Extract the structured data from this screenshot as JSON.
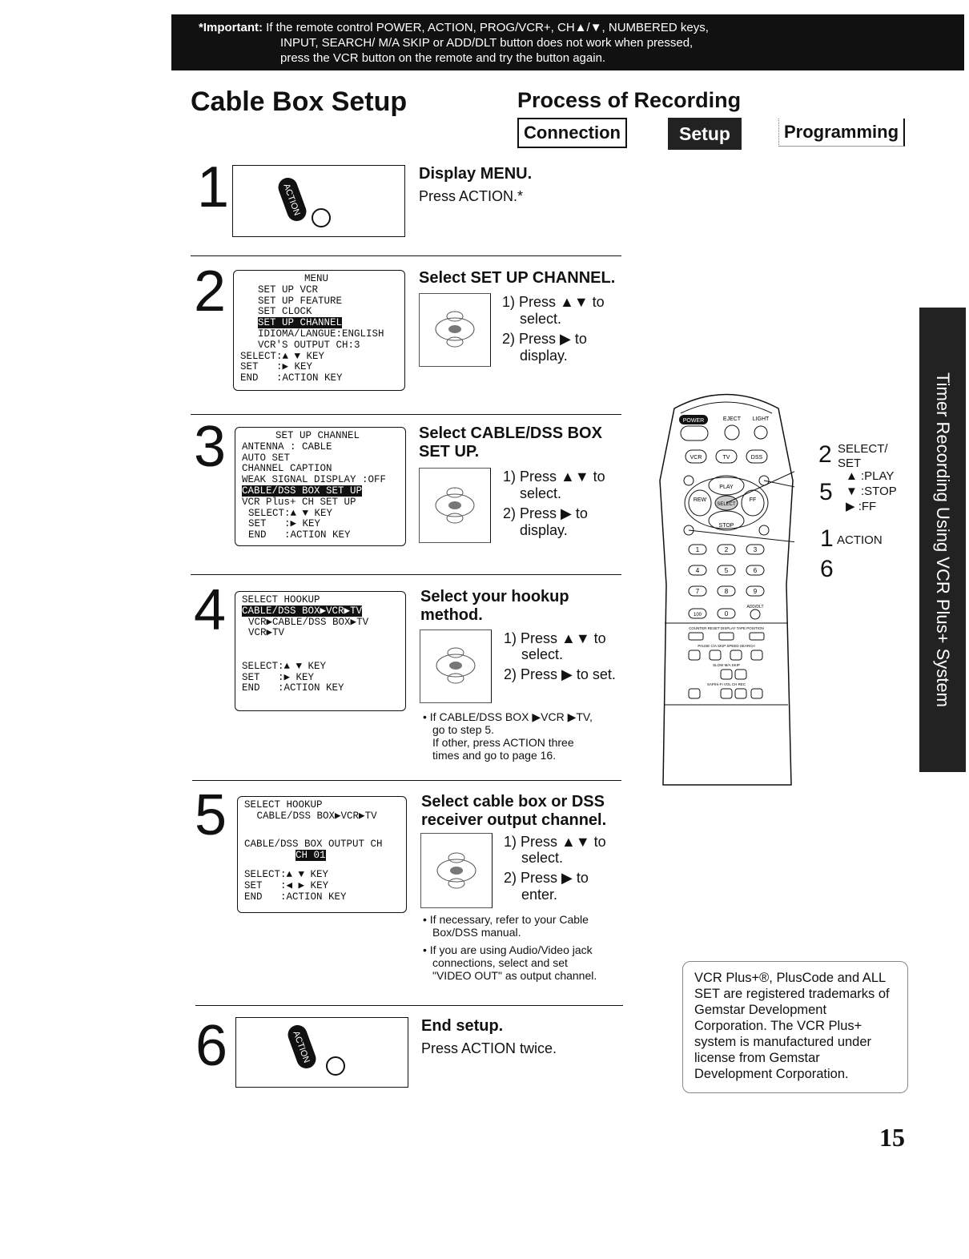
{
  "banner": {
    "label": "*Important:",
    "line1": " If the remote control POWER, ACTION, PROG/VCR+, CH▲/▼, NUMBERED keys,",
    "line2": "INPUT, SEARCH/ M/A SKIP or ADD/DLT button does not work when pressed,",
    "line3": "press the VCR button on the remote and try the button again."
  },
  "title": "Cable Box Setup",
  "process": {
    "heading": "Process of Recording",
    "steps": [
      "Connection",
      "Setup",
      "Programming"
    ]
  },
  "button_icon_label": "ACTION",
  "steps": [
    {
      "number": "1",
      "title": "Display MENU.",
      "text": "Press ACTION.*"
    },
    {
      "number": "2",
      "title": "Select SET UP CHANNEL.",
      "screen": [
        "MENU",
        "SET UP VCR",
        "SET UP FEATURE",
        "SET CLOCK",
        "SET UP CHANNEL",
        "IDIOMA/LANGUE:ENGLISH",
        "VCR'S OUTPUT CH:3",
        "SELECT:▲ ▼ KEY",
        "SET   :▶ KEY",
        "END   :ACTION KEY"
      ],
      "inst1": "1) Press ▲▼ to",
      "inst1b": "select.",
      "inst2": "2) Press ▶ to",
      "inst2b": "display."
    },
    {
      "number": "3",
      "title": "Select CABLE/DSS BOX",
      "title2": "SET UP.",
      "screen": [
        "SET UP CHANNEL",
        "ANTENNA : CABLE",
        "AUTO SET",
        "CHANNEL CAPTION",
        "WEAK SIGNAL DISPLAY :OFF",
        "CABLE/DSS BOX SET UP",
        "VCR Plus+ CH SET UP",
        "SELECT:▲ ▼ KEY",
        "SET   :▶ KEY",
        "END   :ACTION KEY"
      ],
      "inst1": "1) Press ▲▼ to",
      "inst1b": "select.",
      "inst2": "2) Press ▶ to",
      "inst2b": "display."
    },
    {
      "number": "4",
      "title": "Select your hookup",
      "title2": "method.",
      "screen": [
        "SELECT HOOKUP",
        "CABLE/DSS BOX▶VCR▶TV",
        "VCR▶CABLE/DSS BOX▶TV",
        "VCR▶TV",
        "",
        "",
        "SELECT:▲ ▼ KEY",
        "SET   :▶ KEY",
        "END   :ACTION KEY"
      ],
      "inst1": "1) Press ▲▼ to",
      "inst1b": "select.",
      "inst2": "2) Press ▶ to set.",
      "note1": "• If CABLE/DSS BOX ▶VCR ▶TV,",
      "note2": "go to step 5.",
      "note3": "If other, press ACTION three",
      "note4": "times and go to page 16."
    },
    {
      "number": "5",
      "title": "Select cable box or DSS",
      "title2": "receiver output channel.",
      "screen": [
        "SELECT HOOKUP",
        " CABLE/DSS BOX▶VCR▶TV",
        "",
        "CABLE/DSS BOX OUTPUT CH",
        "CH 01",
        "",
        "SELECT:▲ ▼ KEY",
        "SET   :◀ ▶ KEY",
        "END   :ACTION KEY"
      ],
      "inst1": "1) Press ▲▼ to",
      "inst1b": "select.",
      "inst2": "2) Press ▶ to",
      "inst2b": "enter.",
      "note1": "• If necessary, refer to your Cable",
      "note2": "Box/DSS manual.",
      "note3": "• If you are using Audio/Video jack",
      "note4": "connections, select and set",
      "note5": "\"VIDEO OUT\" as output channel."
    },
    {
      "number": "6",
      "title": "End setup.",
      "text": "Press ACTION twice."
    }
  ],
  "remote": {
    "top_labels": [
      "POWER",
      "EJECT",
      "LIGHT"
    ],
    "row2": [
      "VCR",
      "TV",
      "DSS"
    ],
    "pad": [
      "PLAY",
      "REW",
      "SELECT",
      "FF",
      "STOP"
    ],
    "numbers": [
      "1",
      "2",
      "3",
      "4",
      "5",
      "6",
      "7",
      "8",
      "9",
      "100",
      "0",
      "ADD/DLT"
    ],
    "fn_labels": "COUNTER RESET  DISPLAY  TAPE POSITION",
    "fn_labels2": "PAUSE  C/A SKIP SPEED  SEARCH",
    "fn_labels3": "SLOW                M/A SKIP",
    "fn_labels4": "SAP/Hi-Fi  VOL  CH  REC",
    "callouts": {
      "c2": "2",
      "c2text": "SELECT/",
      "c2text2": "SET",
      "c5": "5",
      "c5play": "▲ :PLAY",
      "c5stop": "▼ :STOP",
      "c5ff": "▶ :FF",
      "c1": "1",
      "c1text": "ACTION",
      "c6": "6"
    }
  },
  "sidebar": "Timer Recording Using VCR Plus+ System",
  "trademark": "VCR Plus+®, PlusCode and ALL SET are registered trademarks of Gemstar Development Corporation. The VCR Plus+ system is manufactured under license from Gemstar Development Corporation.",
  "page_number": "15"
}
